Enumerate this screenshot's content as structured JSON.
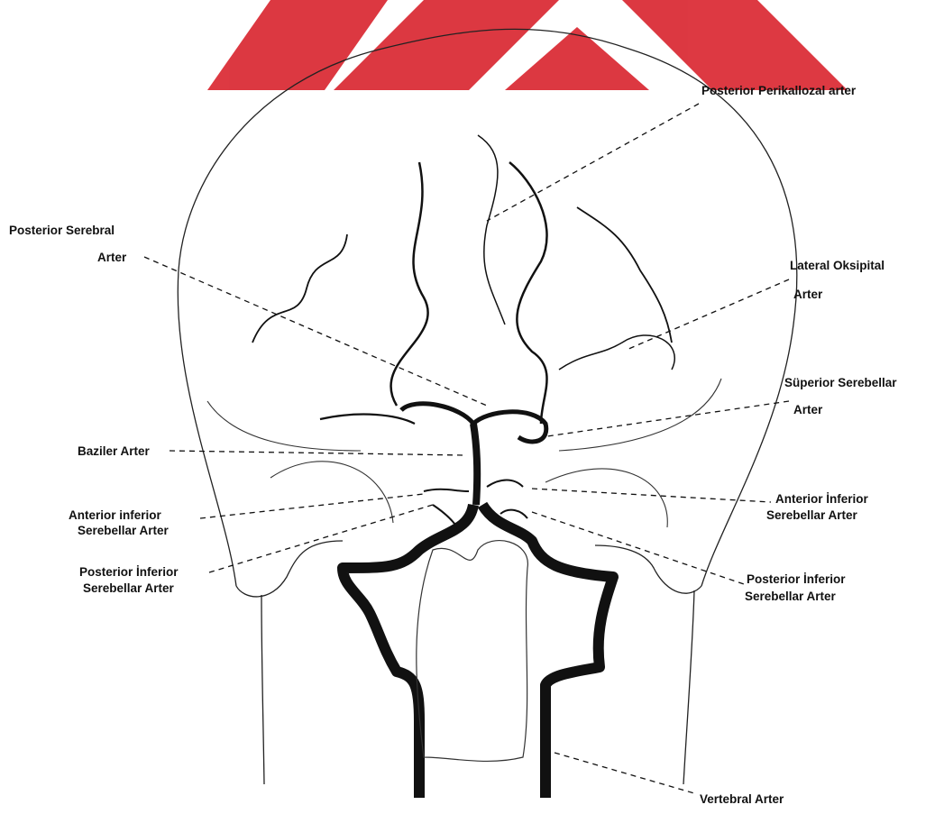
{
  "watermark_color": "#d9232d",
  "labels": {
    "posterior_perikallozal": "Posterior Perikallozal  arter",
    "posterior_serebral_1": "Posterior Serebral",
    "posterior_serebral_2": "Arter",
    "lateral_oksipital_1": "Lateral Oksipital",
    "lateral_oksipital_2": "Arter",
    "superior_serebellar_1": "Süperior Serebellar",
    "superior_serebellar_2": "Arter",
    "baziler": "Baziler Arter",
    "aica_left_1": "Anterior inferior",
    "aica_left_2": "Serebellar Arter",
    "aica_right_1": "Anterior İnferior",
    "aica_right_2": "Serebellar Arter",
    "pica_left_1": "Posterior İnferior",
    "pica_left_2": "Serebellar Arter",
    "pica_right_1": "Posterior İnferior",
    "pica_right_2": "Serebellar Arter",
    "vertebral": "Vertebral Arter"
  }
}
